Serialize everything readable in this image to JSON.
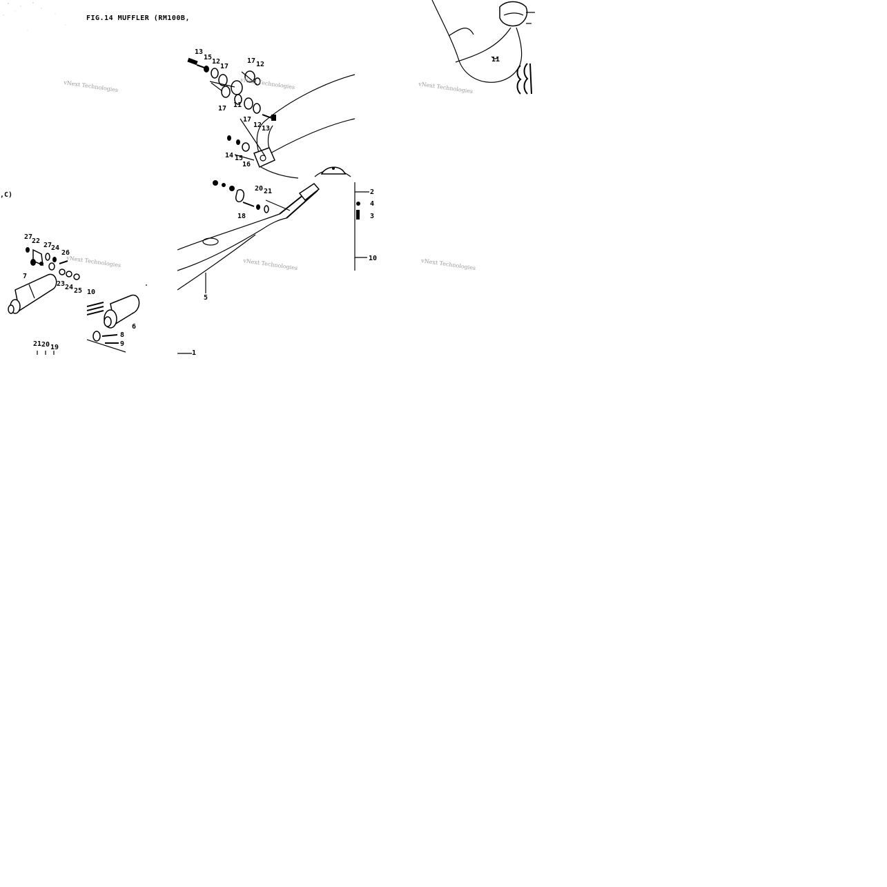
{
  "diagram": {
    "title": "FIG.14  MUFFLER (RM100B,",
    "model_fragment": ",C)",
    "watermark": "vNext Technologies",
    "part_labels": [
      {
        "id": "p13a",
        "text": "13"
      },
      {
        "id": "p15a",
        "text": "15"
      },
      {
        "id": "p12a",
        "text": "12"
      },
      {
        "id": "p17a",
        "text": "17"
      },
      {
        "id": "p17b",
        "text": "17"
      },
      {
        "id": "p12b",
        "text": "12"
      },
      {
        "id": "p17c",
        "text": "17"
      },
      {
        "id": "p11a",
        "text": "11"
      },
      {
        "id": "p17d",
        "text": "17"
      },
      {
        "id": "p12c",
        "text": "12"
      },
      {
        "id": "p13b",
        "text": "13"
      },
      {
        "id": "p14a",
        "text": "14"
      },
      {
        "id": "p15b",
        "text": "15"
      },
      {
        "id": "p16a",
        "text": "16"
      },
      {
        "id": "p20a",
        "text": "20"
      },
      {
        "id": "p21a",
        "text": "21"
      },
      {
        "id": "p18a",
        "text": "18"
      },
      {
        "id": "p2",
        "text": "2"
      },
      {
        "id": "p4",
        "text": "4"
      },
      {
        "id": "p3",
        "text": "3"
      },
      {
        "id": "p10a",
        "text": "10"
      },
      {
        "id": "p5",
        "text": "5"
      },
      {
        "id": "p1",
        "text": "1"
      },
      {
        "id": "p11b",
        "text": "11"
      },
      {
        "id": "p27a",
        "text": "27"
      },
      {
        "id": "p22",
        "text": "22"
      },
      {
        "id": "p27b",
        "text": "27"
      },
      {
        "id": "p24a",
        "text": "24"
      },
      {
        "id": "p26",
        "text": "26"
      },
      {
        "id": "p7",
        "text": "7"
      },
      {
        "id": "p23",
        "text": "23"
      },
      {
        "id": "p24b",
        "text": "24"
      },
      {
        "id": "p25",
        "text": "25"
      },
      {
        "id": "p10b",
        "text": "10"
      },
      {
        "id": "p6",
        "text": "6"
      },
      {
        "id": "p8",
        "text": "8"
      },
      {
        "id": "p9",
        "text": "9"
      },
      {
        "id": "p21b",
        "text": "21"
      },
      {
        "id": "p20b",
        "text": "20"
      },
      {
        "id": "p19",
        "text": "19"
      }
    ]
  }
}
